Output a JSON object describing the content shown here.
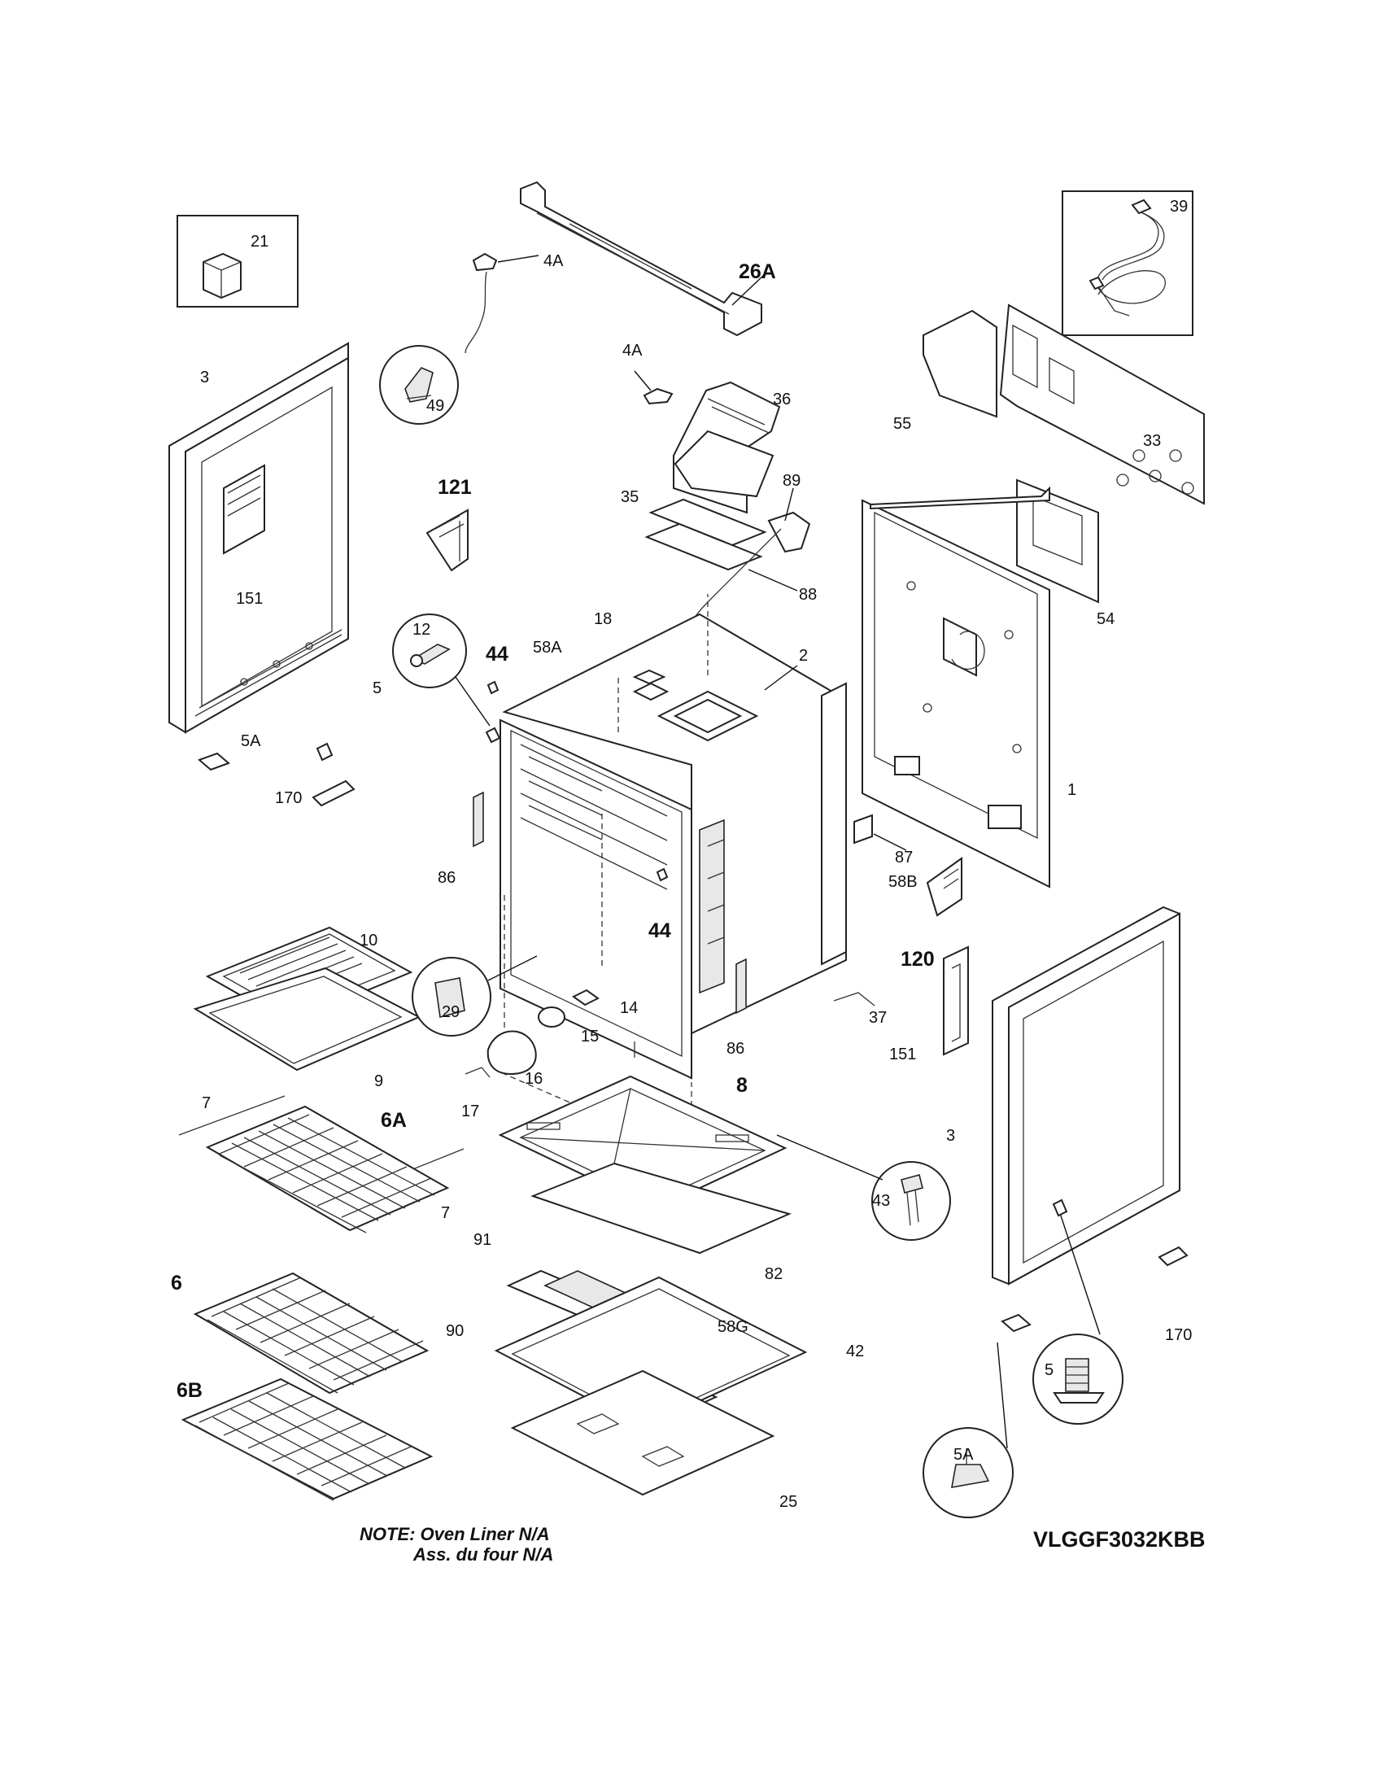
{
  "part_labels": {
    "p21": "21",
    "p39": "39",
    "p26A": "26A",
    "p4A_left": "4A",
    "p4A_mid": "4A",
    "p49": "49",
    "p3_left": "3",
    "p151_left": "151",
    "p121": "121",
    "p36": "36",
    "p55": "55",
    "p33": "33",
    "p35": "35",
    "p89": "89",
    "p88": "88",
    "p54": "54",
    "p12": "12",
    "p44_upper": "44",
    "p18": "18",
    "p58A": "58A",
    "p2": "2",
    "p5_upper": "5",
    "p5A_upper": "5A",
    "p170_left": "170",
    "p1": "1",
    "p87": "87",
    "p86_left": "86",
    "p58B": "58B",
    "p44_lower": "44",
    "p120": "120",
    "p10": "10",
    "p29": "29",
    "p14": "14",
    "p15": "15",
    "p16": "16",
    "p17": "17",
    "p9": "9",
    "p86_right": "86",
    "p37": "37",
    "p151_right": "151",
    "p7_top": "7",
    "p6A": "6A",
    "p8": "8",
    "p3_right": "3",
    "p43": "43",
    "p7_bottom": "7",
    "p91": "91",
    "p82": "82",
    "p6": "6",
    "p58G": "58G",
    "p90": "90",
    "p42": "42",
    "p6B": "6B",
    "p25": "25",
    "p5_lower": "5",
    "p5A_lower": "5A",
    "p170_right": "170"
  },
  "note": {
    "line1": "NOTE: Oven Liner N/A",
    "line2": "Ass. du four N/A"
  },
  "model_number": "VLGGF3032KBB"
}
